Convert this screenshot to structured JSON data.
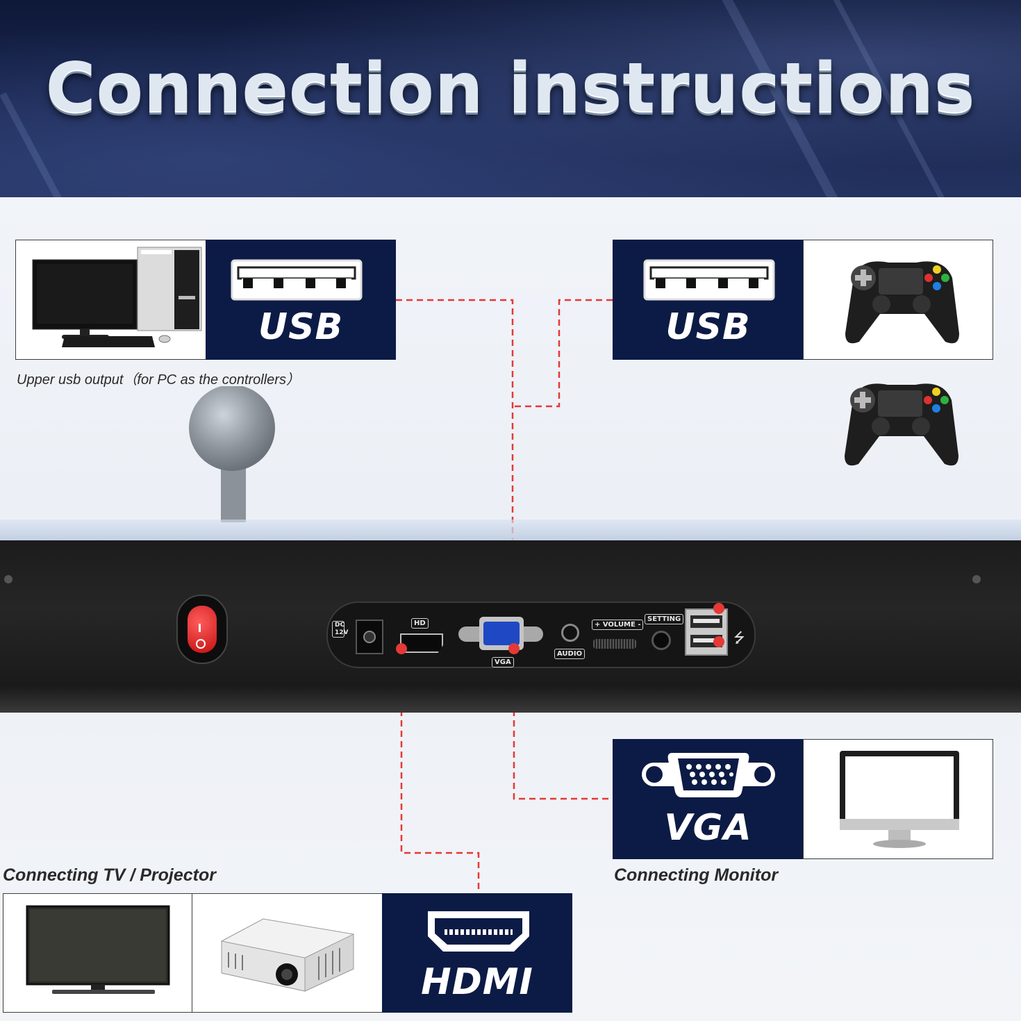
{
  "header": {
    "title": "Connection instructions"
  },
  "pc_usb": {
    "label": "USB",
    "caption": "Upper usb output（for PC as the controllers）"
  },
  "controller_usb": {
    "label": "USB"
  },
  "vga": {
    "label": "VGA",
    "caption": "Connecting Monitor"
  },
  "hdmi": {
    "label": "HDMI",
    "caption": "Connecting TV / Projector"
  },
  "panel": {
    "dc_tag": "DC 12V",
    "hd_tag": "HD",
    "vga_tag": "VGA",
    "audio_tag": "AUDIO",
    "volume_tag": "+ VOLUME -",
    "setting_tag": "SETTING"
  },
  "colors": {
    "navy": "#0c1b45",
    "connector_line": "#e53935",
    "banner": "#1a2750"
  }
}
